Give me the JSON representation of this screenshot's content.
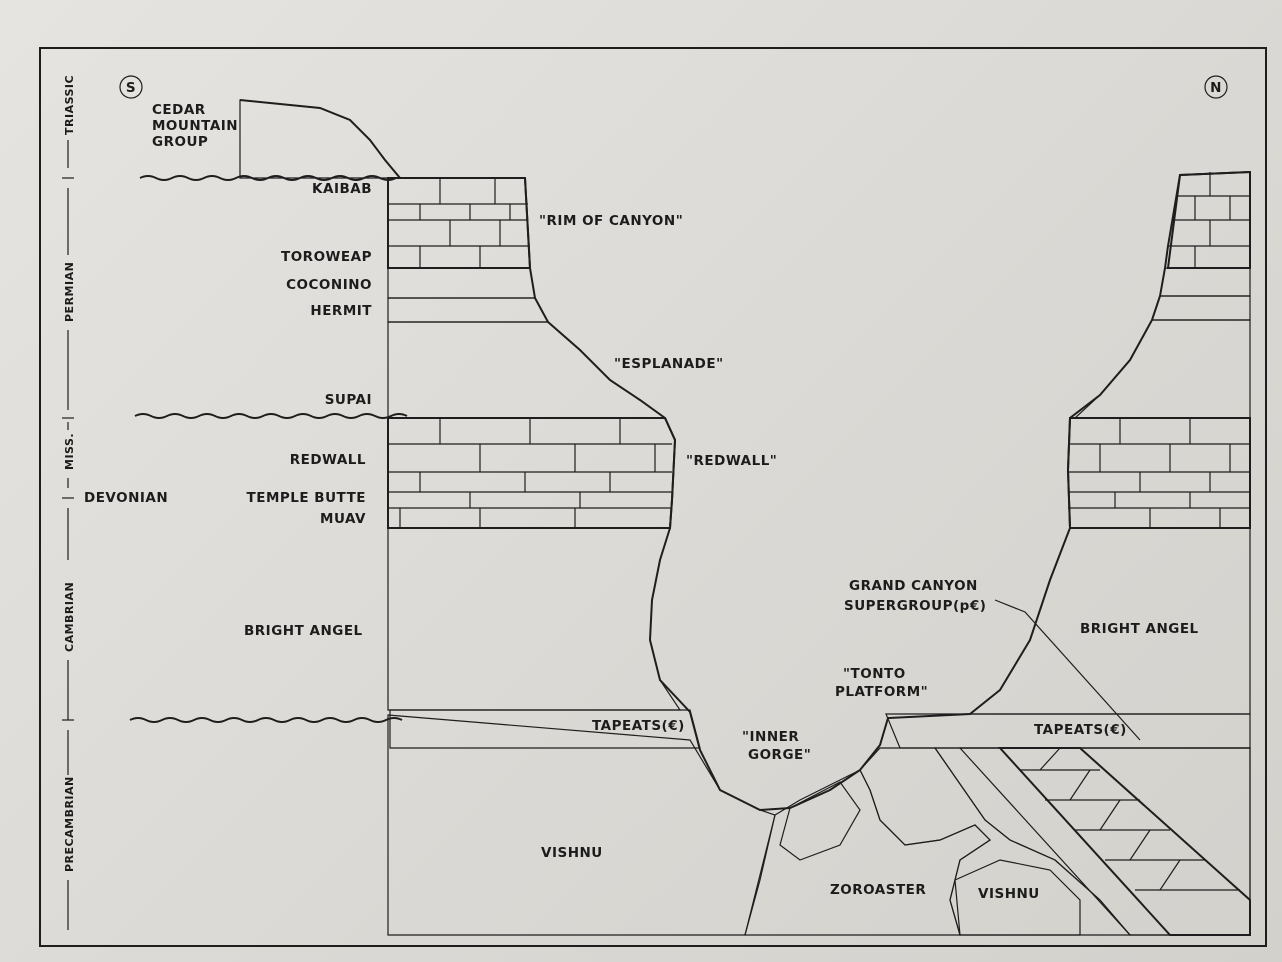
{
  "compass": {
    "south": "S",
    "north": "N"
  },
  "periods": {
    "triassic": "TRIASSIC",
    "permian": "PERMIAN",
    "miss": "MISS.",
    "devonian": "DEVONIAN",
    "cambrian": "CAMBRIAN",
    "precambrian": "PRECAMBRIAN"
  },
  "formations": {
    "cedar_1": "CEDAR",
    "cedar_2": "MOUNTAIN",
    "cedar_3": "GROUP",
    "kaibab": "KAIBAB",
    "toroweap": "TOROWEAP",
    "coconino": "COCONINO",
    "hermit": "HERMIT",
    "supai": "SUPAI",
    "redwall": "REDWALL",
    "temple_butte": "TEMPLE BUTTE",
    "muav": "MUAV",
    "bright_angel_left": "BRIGHT ANGEL",
    "bright_angel_right": "BRIGHT ANGEL",
    "tapeats_left": "TAPEATS(€)",
    "tapeats_right": "TAPEATS(€)",
    "vishnu_left": "VISHNU",
    "vishnu_right": "VISHNU",
    "zoroaster": "ZOROASTER",
    "supergroup_1": "GRAND CANYON",
    "supergroup_2": "SUPERGROUP(p€)"
  },
  "landforms": {
    "rim": "\"RIM OF CANYON\"",
    "esplanade": "\"ESPLANADE\"",
    "redwall": "\"REDWALL\"",
    "tonto_1": "\"TONTO",
    "tonto_2": "PLATFORM\"",
    "gorge_1": "\"INNER",
    "gorge_2": "GORGE\""
  }
}
